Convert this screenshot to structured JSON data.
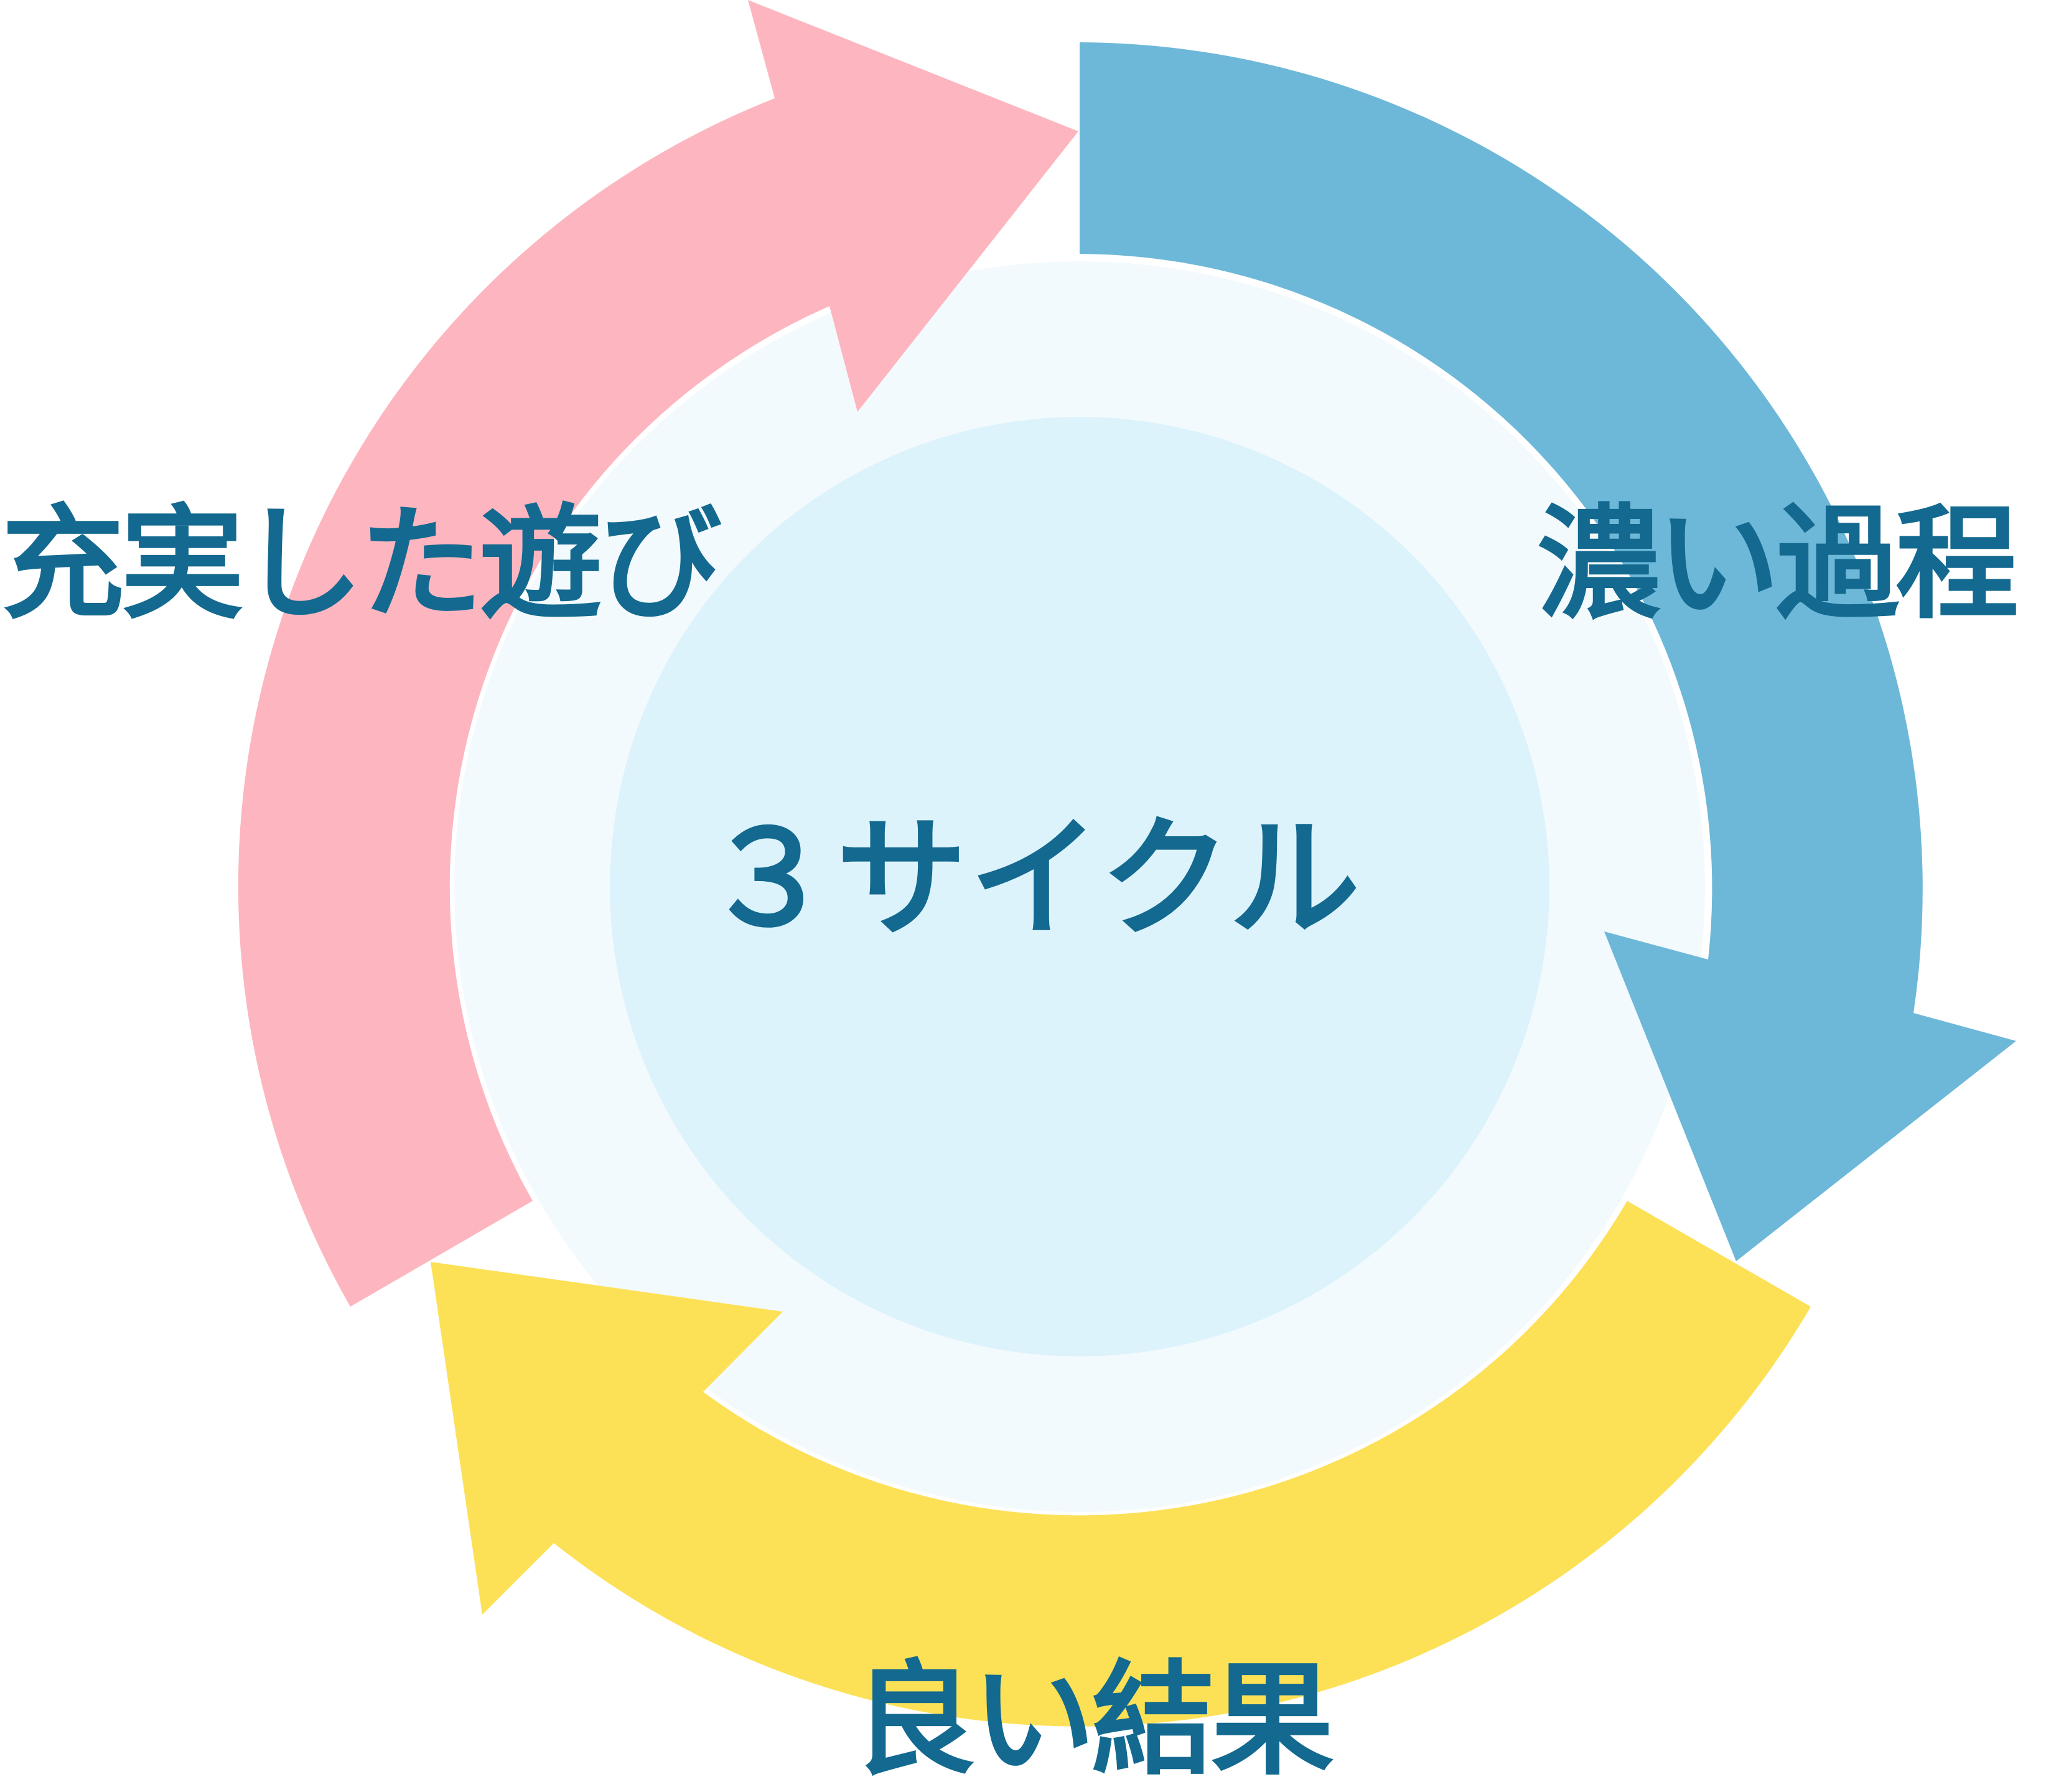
{
  "center": {
    "label": "３サイクル"
  },
  "steps": [
    {
      "label": "充実した遊び",
      "color": "#fdb6bf"
    },
    {
      "label": "濃い過程",
      "color": "#6db8d8"
    },
    {
      "label": "良い結果",
      "color": "#fce157"
    }
  ],
  "colors": {
    "ring_fill": "#f3fafd",
    "center_fill": "#ddf3fc",
    "text": "#13698f"
  }
}
